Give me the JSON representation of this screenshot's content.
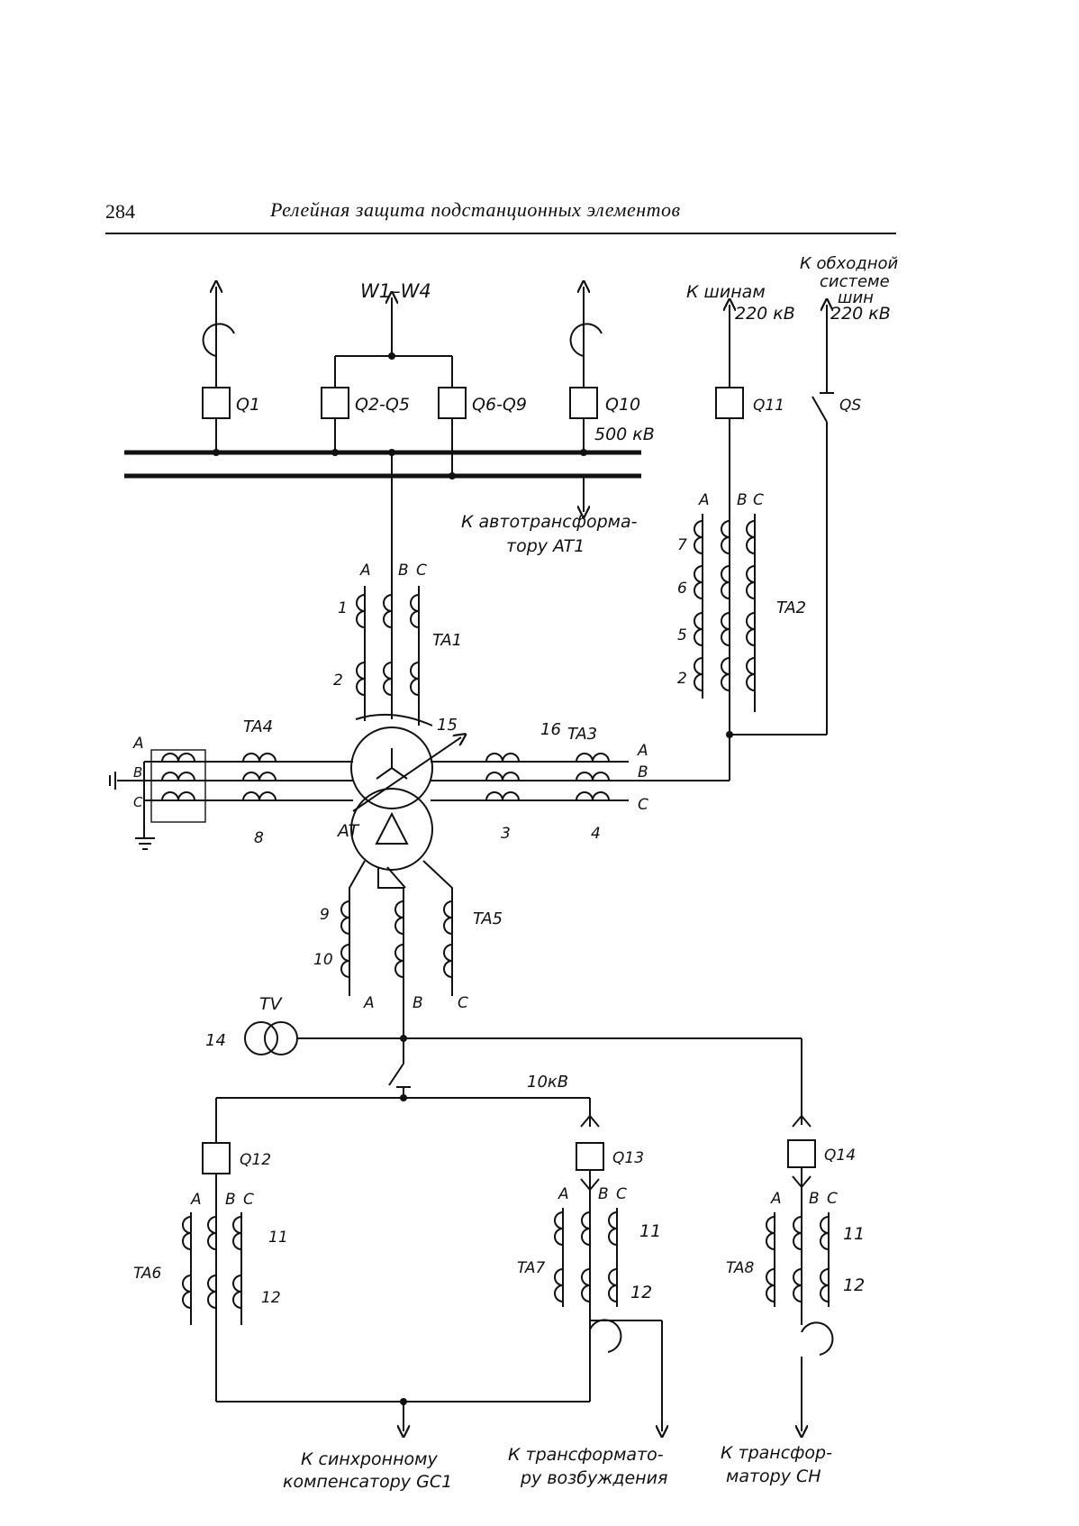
{
  "header": {
    "page_number": "284",
    "title": "Релейная защита подстанционных элементов"
  },
  "labels": {
    "w1w4": "W1–W4",
    "q1": "Q1",
    "q2q5": "Q2-Q5",
    "q6q9": "Q6-Q9",
    "q10": "Q10",
    "q11": "Q11",
    "qs": "QS",
    "q12": "Q12",
    "q13": "Q13",
    "q14": "Q14",
    "bus500": "500 кВ",
    "k_shinam": "К шинам",
    "kv220_a": "220 кВ",
    "obhod_1": "К обходной",
    "obhod_2": "системе",
    "obhod_3": "шин",
    "kv220_b": "220 кВ",
    "to_at1_1": "К автотрансформа-",
    "to_at1_2": "тору AT1",
    "ta1": "TA1",
    "ta2": "TA2",
    "ta3": "TA3",
    "ta4": "TA4",
    "ta5": "TA5",
    "ta6": "TA6",
    "ta7": "TA7",
    "ta8": "TA8",
    "at": "AT",
    "tv": "TV",
    "kv10": "10кВ",
    "n1": "1",
    "n2": "2",
    "n2b": "2",
    "n3": "3",
    "n4": "4",
    "n5": "5",
    "n6": "6",
    "n7": "7",
    "n8": "8",
    "n9": "9",
    "n10": "10",
    "n14": "14",
    "n15": "15",
    "n16": "16",
    "n11a": "11",
    "n12a": "12",
    "n11b": "11",
    "n12b": "12",
    "n11c": "11",
    "n12c": "12",
    "phA": "A",
    "phB": "B",
    "phC": "C",
    "to_gc1_1": "К синхронному",
    "to_gc1_2": "компенсатору GC1",
    "to_exc_1": "К трансформато-",
    "to_exc_2": "ру возбуждения",
    "to_sn_1": "К трансфор-",
    "to_sn_2": "матору СН"
  }
}
